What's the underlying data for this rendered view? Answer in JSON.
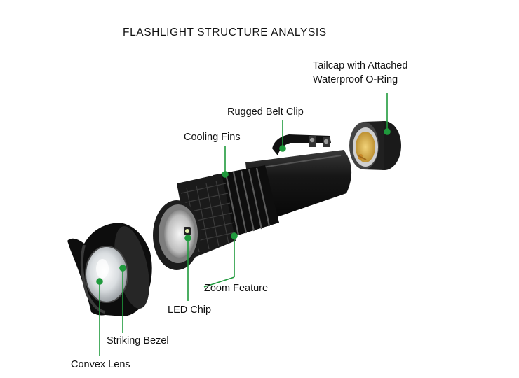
{
  "title": "FLASHLIGHT STRUCTURE ANALYSIS",
  "accent_color": "#1f9a3c",
  "labels": {
    "tailcap_line1": "Tailcap with Attached",
    "tailcap_line2": "Waterproof O-Ring",
    "belt_clip": "Rugged Belt Clip",
    "cooling_fins": "Cooling Fins",
    "zoom_feature": "Zoom Feature",
    "led_chip": "LED Chip",
    "striking_bezel": "Striking Bezel",
    "convex_lens": "Convex Lens"
  }
}
